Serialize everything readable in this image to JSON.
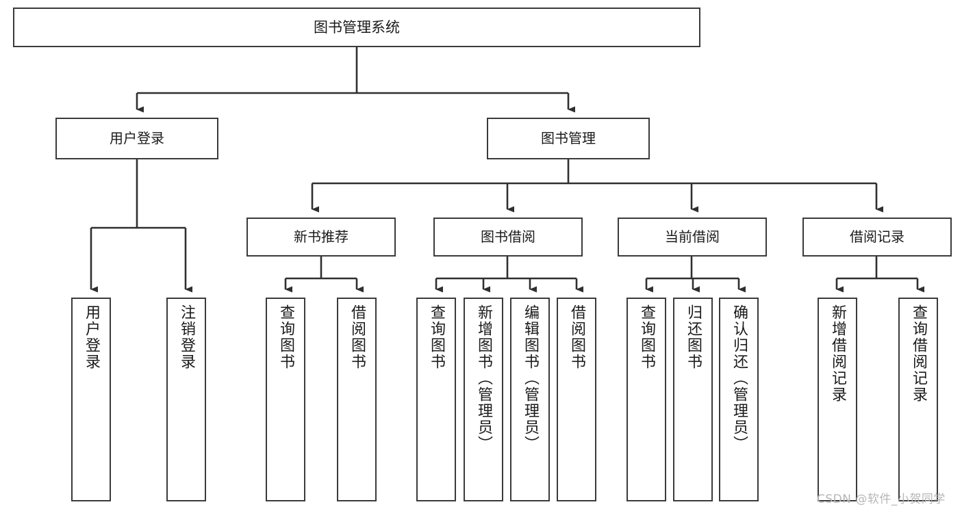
{
  "diagram": {
    "title": "图书管理系统",
    "type": "tree-hierarchy-diagram",
    "style": {
      "background": "#ffffff",
      "box_border": "#3a3a3a",
      "box_fill": "#ffffff",
      "connector": "#2f2f2f",
      "text": "#1a1a1a",
      "watermark": "#b6b6b6"
    },
    "root": {
      "label": "图书管理系统"
    },
    "level1": [
      {
        "label": "用户登录"
      },
      {
        "label": "图书管理"
      }
    ],
    "user_login_leaves": [
      {
        "label": "用户登录"
      },
      {
        "label": "注销登录"
      }
    ],
    "level2": [
      {
        "label": "新书推荐"
      },
      {
        "label": "图书借阅"
      },
      {
        "label": "当前借阅"
      },
      {
        "label": "借阅记录"
      }
    ],
    "new_book_leaves": [
      {
        "label": "查询图书"
      },
      {
        "label": "借阅图书"
      }
    ],
    "book_borrow_leaves": [
      {
        "label": "查询图书"
      },
      {
        "label": "新增图书（管理员）"
      },
      {
        "label": "编辑图书（管理员）"
      },
      {
        "label": "借阅图书"
      }
    ],
    "current_borrow_leaves": [
      {
        "label": "查询图书"
      },
      {
        "label": "归还图书"
      },
      {
        "label": "确认归还（管理员）"
      }
    ],
    "borrow_record_leaves": [
      {
        "label": "新增借阅记录"
      },
      {
        "label": "查询借阅记录"
      }
    ],
    "watermark": "CSDN @软件_小贺同学"
  }
}
